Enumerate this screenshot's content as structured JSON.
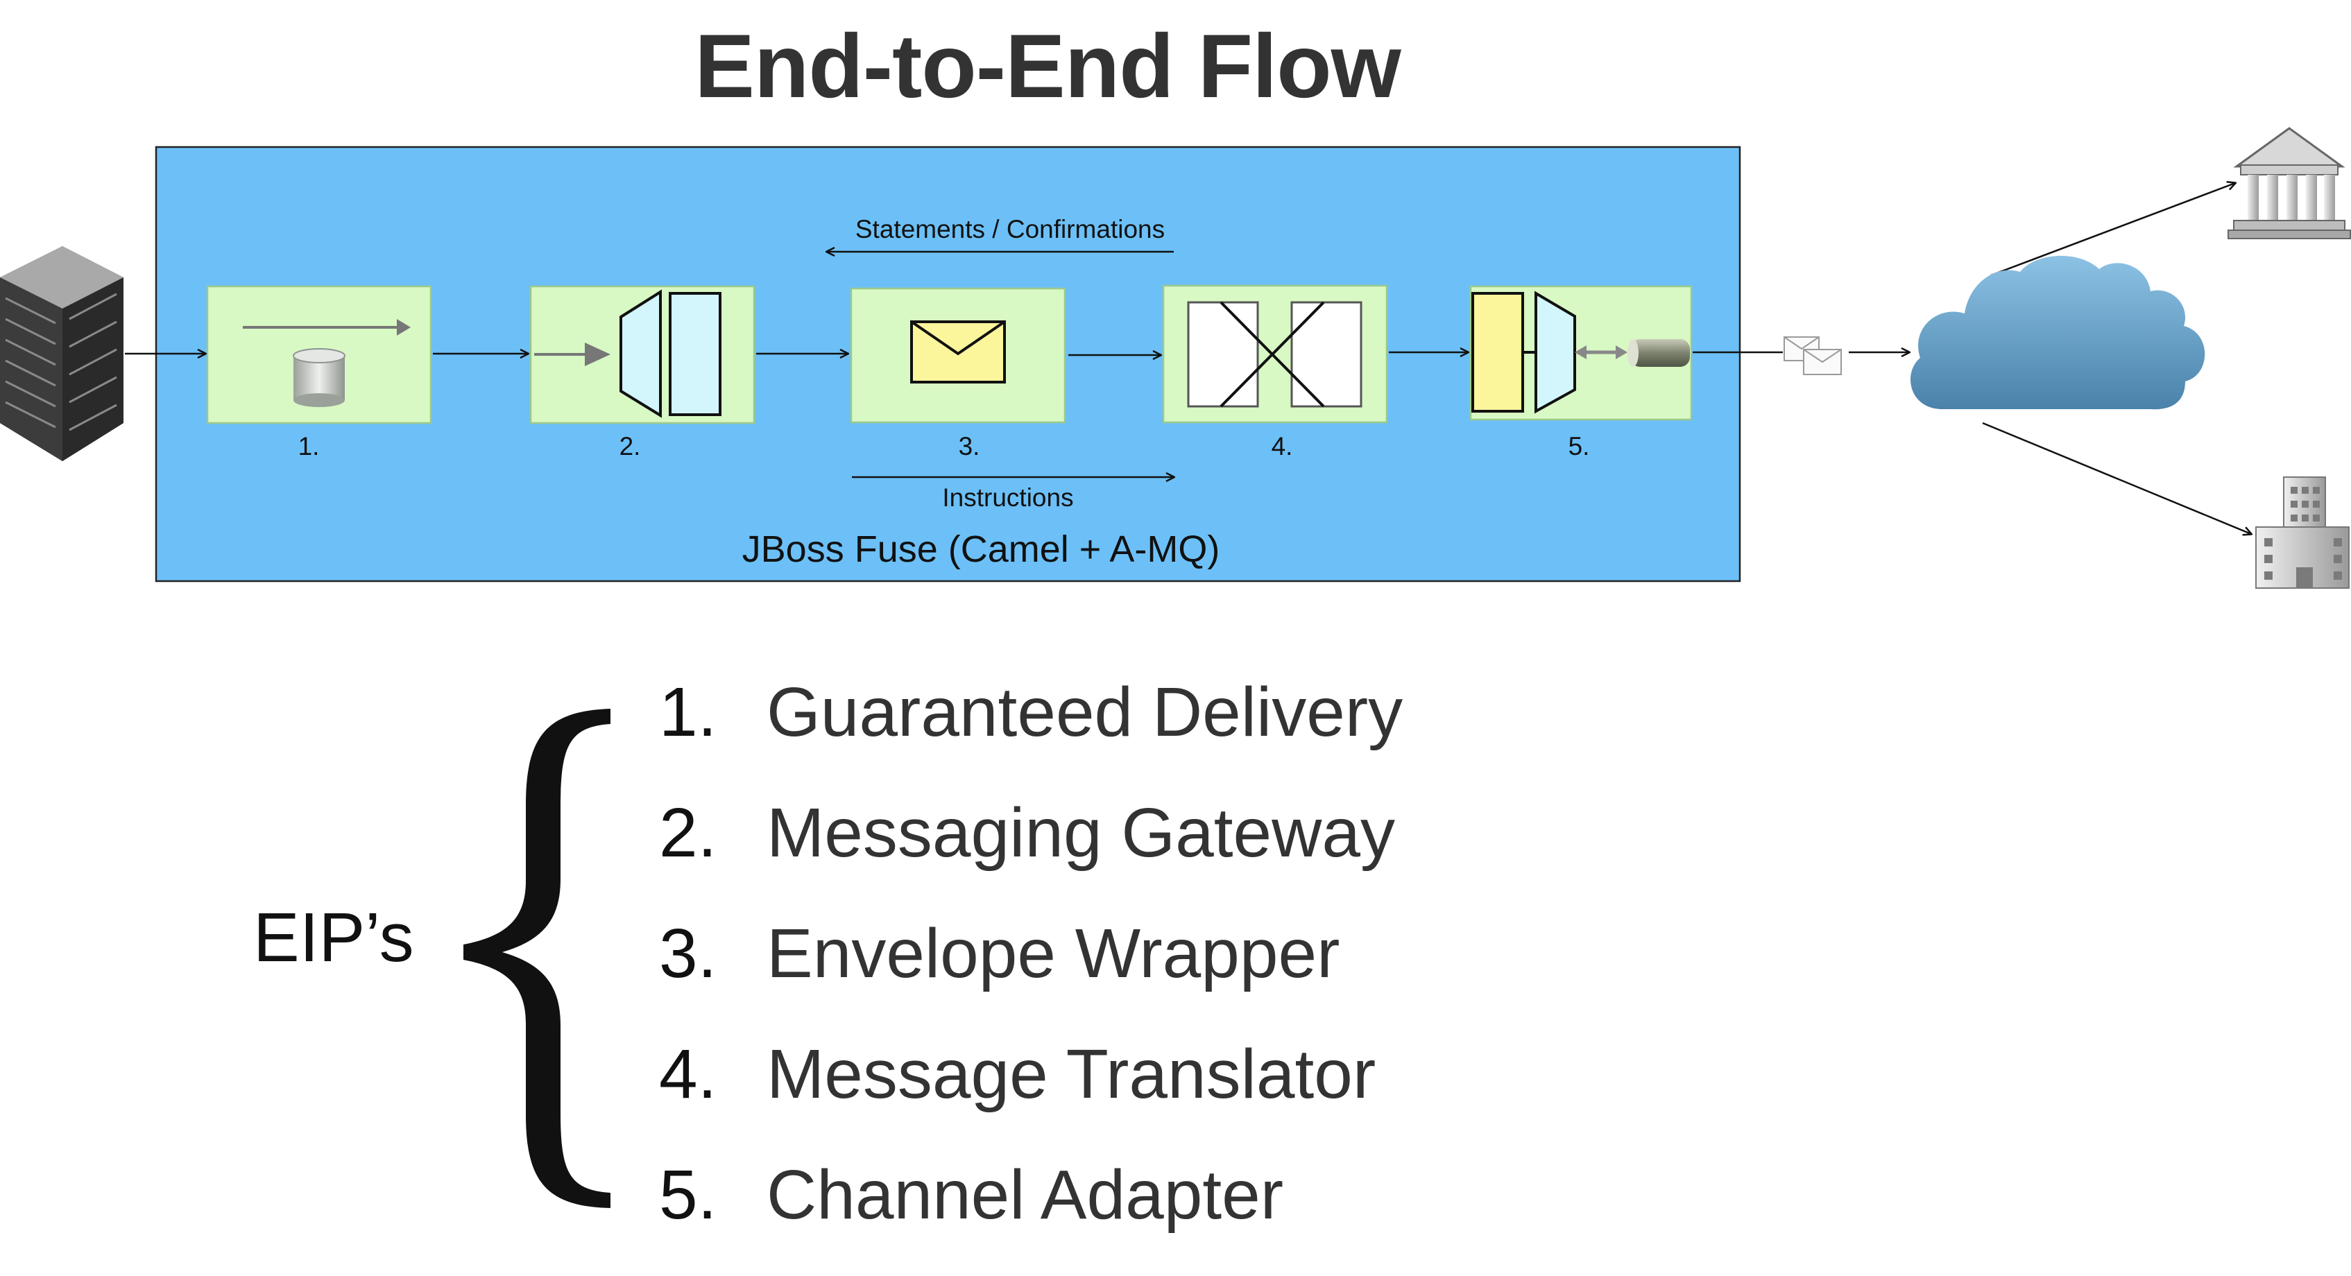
{
  "title": "End-to-End Flow",
  "diagram": {
    "container_label": "JBoss Fuse (Camel + A-MQ)",
    "top_label": "Statements / Confirmations",
    "bottom_label": "Instructions",
    "steps": [
      {
        "number": "1.",
        "icon": "datastore-icon"
      },
      {
        "number": "2.",
        "icon": "messaging-gateway-icon"
      },
      {
        "number": "3.",
        "icon": "envelope-icon"
      },
      {
        "number": "4.",
        "icon": "translator-icon"
      },
      {
        "number": "5.",
        "icon": "channel-adapter-icon"
      }
    ],
    "external": [
      "server-icon",
      "messages-icon",
      "cloud-icon",
      "bank-icon",
      "office-building-icon"
    ]
  },
  "eips": {
    "label": "EIP’s",
    "items": [
      {
        "number": "1.",
        "name": "Guaranteed Delivery"
      },
      {
        "number": "2.",
        "name": "Messaging Gateway"
      },
      {
        "number": "3.",
        "name": "Envelope Wrapper"
      },
      {
        "number": "4.",
        "name": "Message Translator"
      },
      {
        "number": "5.",
        "name": "Channel Adapter"
      }
    ]
  },
  "colors": {
    "container": "#6cc0f7",
    "step_box": "#d8f8c4",
    "step_border": "#9cc98a",
    "yellow": "#fbf59c",
    "cyan": "#d2f6fb",
    "cloud": "#5b97c0"
  }
}
